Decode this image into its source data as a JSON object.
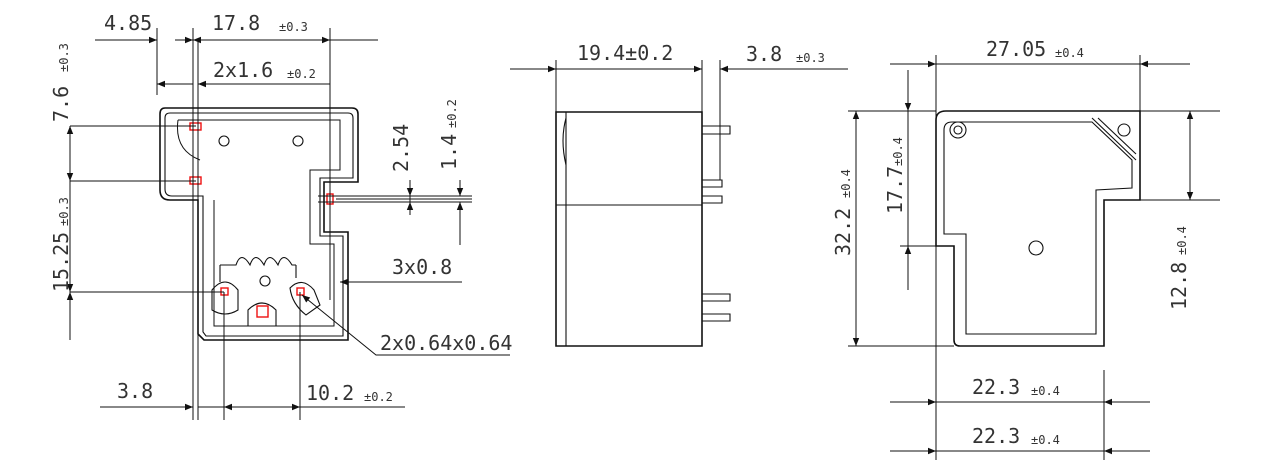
{
  "dims": {
    "d1": "4.85",
    "d2": "17.8",
    "d2_tol": "±0.3",
    "d3": "2x1.6",
    "d3_tol": "±0.2",
    "d4": "7.6",
    "d4_tol": "±0.3",
    "d5": "15.25",
    "d5_tol": "±0.3",
    "d6": "2.54",
    "d7": "1.4",
    "d7_tol": "±0.2",
    "d8": "3x0.8",
    "d9": "2x0.64x0.64",
    "d10": "3.8",
    "d11": "10.2",
    "d11_tol": "±0.2",
    "d12": "19.4±0.2",
    "d13": "3.8",
    "d13_tol": "±0.3",
    "d14": "27.05",
    "d14_tol": "±0.4",
    "d15": "17.7",
    "d15_tol": "±0.4",
    "d16": "32.2",
    "d16_tol": "±0.4",
    "d17": "12.8",
    "d17_tol": "±0.4",
    "d18": "22.3",
    "d18_tol": "±0.4",
    "d19": "22.3",
    "d19_tol": "±0.4"
  }
}
